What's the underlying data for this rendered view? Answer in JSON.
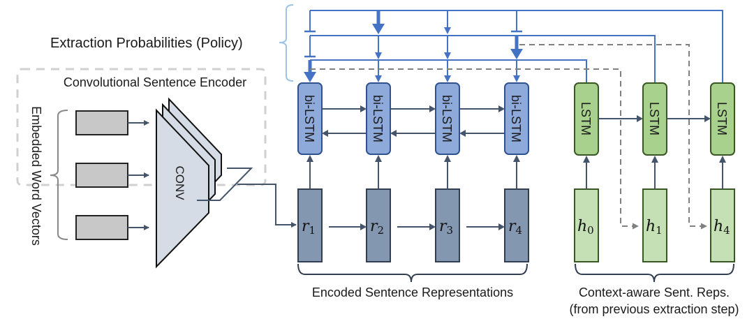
{
  "title_policy": "Extraction Probabilities (Policy)",
  "encoder": {
    "title": "Convolutional Sentence Encoder",
    "word_vectors_label": "Embedded Word Vectors",
    "word_vector_count": 3,
    "conv_label": "CONV"
  },
  "bilstm": {
    "cells": [
      {
        "label": "bi-LSTM"
      },
      {
        "label": "bi-LSTM"
      },
      {
        "label": "bi-LSTM"
      },
      {
        "label": "bi-LSTM"
      }
    ]
  },
  "sentence_reps": {
    "items": [
      {
        "symbol": "r",
        "index": "1"
      },
      {
        "symbol": "r",
        "index": "2"
      },
      {
        "symbol": "r",
        "index": "3"
      },
      {
        "symbol": "r",
        "index": "4"
      }
    ],
    "label": "Encoded Sentence Representations"
  },
  "context_lstm": {
    "cells": [
      {
        "label": "LSTM"
      },
      {
        "label": "LSTM"
      },
      {
        "label": "LSTM"
      }
    ]
  },
  "context_reps": {
    "items": [
      {
        "symbol": "h",
        "index": "0"
      },
      {
        "symbol": "h",
        "index": "1"
      },
      {
        "symbol": "h",
        "index": "4"
      }
    ],
    "label_line1": "Context-aware Sent. Reps.",
    "label_line2": "(from previous extraction step)"
  },
  "policy_rows": [
    {
      "source": "LSTM 3",
      "targets": [
        "blocked",
        "strong",
        "normal",
        "blocked"
      ]
    },
    {
      "source": "LSTM 2",
      "targets": [
        "blocked",
        "normal",
        "normal",
        "strong"
      ]
    },
    {
      "source": "LSTM 1",
      "targets": [
        "strong",
        "normal",
        "normal",
        "normal"
      ]
    }
  ],
  "colors": {
    "policy_blue": "#4472c4",
    "bilstm_fill": "#8eaadb",
    "bilstm_stroke": "#2f528f",
    "lstm_fill": "#a9d18e",
    "lstm_stroke": "#385723",
    "h_fill": "#c5e0b4",
    "r_fill": "#8497b0",
    "r_stroke": "#333f50",
    "arrow_dark": "#44546a",
    "dashed_gray": "#808080",
    "encoder_border": "#d0d0d0",
    "wordvec_fill": "#c8c8c8",
    "conv_fill": "#d6dce5",
    "brace_light_blue": "#9dc3e6"
  }
}
